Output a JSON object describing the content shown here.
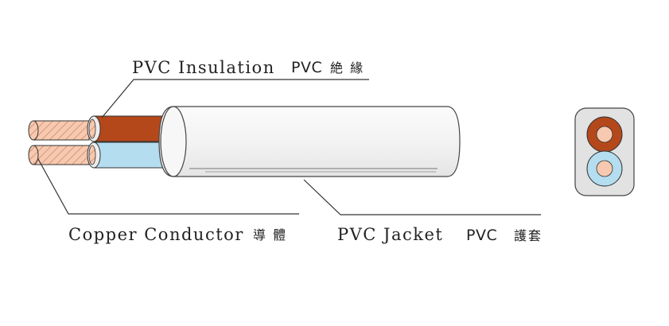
{
  "labels": {
    "insulation_en": "PVC Insulation",
    "insulation_pvc": "PVC",
    "insulation_cjk": "絶 緣",
    "conductor_en": "Copper Conductor",
    "conductor_cjk": "導 體",
    "jacket_en": "PVC Jacket",
    "jacket_pvc": "PVC",
    "jacket_cjk": "護套"
  },
  "colors": {
    "copper_fill": "#f6c9b0",
    "copper_stripe": "#d38a68",
    "insulation_brown": "#b5481a",
    "insulation_blue": "#b4ddf0",
    "jacket_fill": "#f3f3f3",
    "jacket_edge": "#444444",
    "cross_section_fill": "#e2e2e2"
  }
}
